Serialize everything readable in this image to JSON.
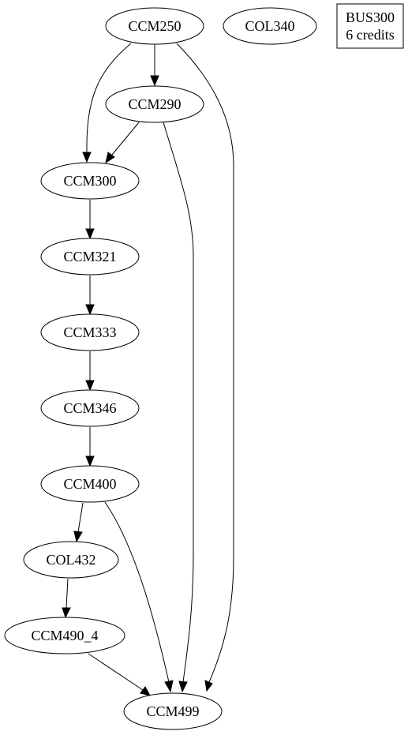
{
  "graph": {
    "nodes": {
      "ccm250": "CCM250",
      "col340": "COL340",
      "bus300_line1": "BUS300",
      "bus300_line2": "6 credits",
      "ccm290": "CCM290",
      "ccm300": "CCM300",
      "ccm321": "CCM321",
      "ccm333": "CCM333",
      "ccm346": "CCM346",
      "ccm400": "CCM400",
      "col432": "COL432",
      "ccm490_4": "CCM490_4",
      "ccm499": "CCM499"
    },
    "edges": [
      {
        "from": "CCM250",
        "to": "CCM290"
      },
      {
        "from": "CCM250",
        "to": "CCM300"
      },
      {
        "from": "CCM250",
        "to": "CCM499"
      },
      {
        "from": "CCM290",
        "to": "CCM300"
      },
      {
        "from": "CCM290",
        "to": "CCM499"
      },
      {
        "from": "CCM300",
        "to": "CCM321"
      },
      {
        "from": "CCM321",
        "to": "CCM333"
      },
      {
        "from": "CCM333",
        "to": "CCM346"
      },
      {
        "from": "CCM346",
        "to": "CCM400"
      },
      {
        "from": "CCM400",
        "to": "COL432"
      },
      {
        "from": "CCM400",
        "to": "CCM499"
      },
      {
        "from": "COL432",
        "to": "CCM490_4"
      },
      {
        "from": "CCM490_4",
        "to": "CCM499"
      }
    ]
  }
}
